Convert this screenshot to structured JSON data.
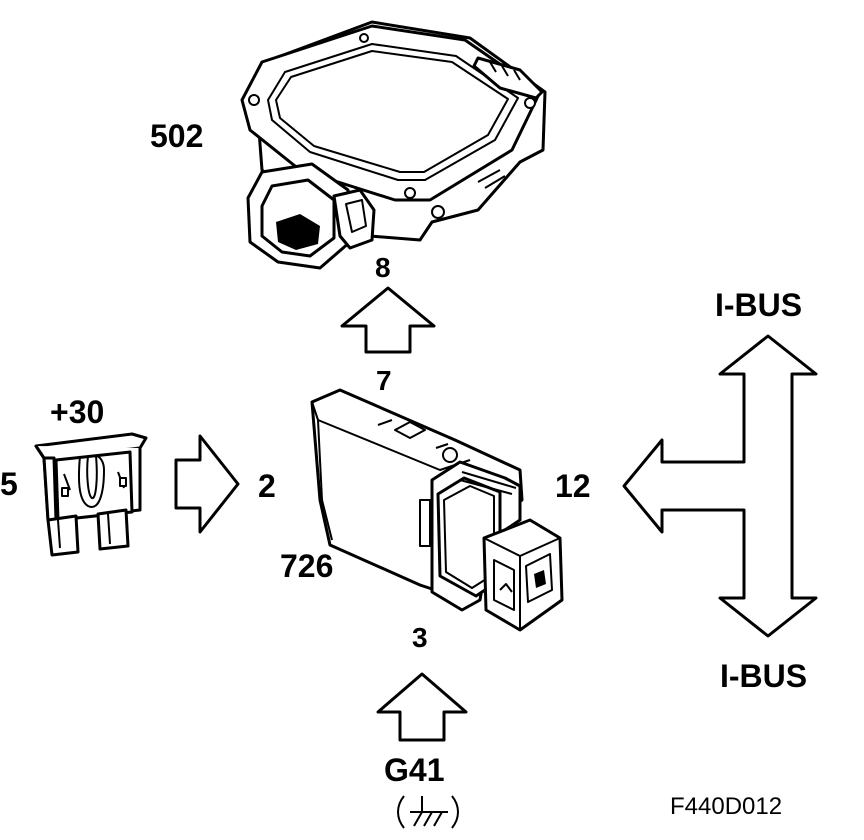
{
  "labels": {
    "module_top": "502",
    "module_center": "726",
    "fuse_value": "+30",
    "fuse_number": "5",
    "pin_top_in": "8",
    "pin_top_out": "7",
    "pin_left": "2",
    "pin_right": "12",
    "pin_bottom": "3",
    "ground_point": "G41",
    "bus_top": "I-BUS",
    "bus_bottom": "I-BUS",
    "figure_code": "F440D012"
  },
  "icons": {
    "top_module": "control-module-icon",
    "center_module": "connector-module-icon",
    "fuse": "fuse-icon",
    "ground": "ground-symbol-icon"
  }
}
